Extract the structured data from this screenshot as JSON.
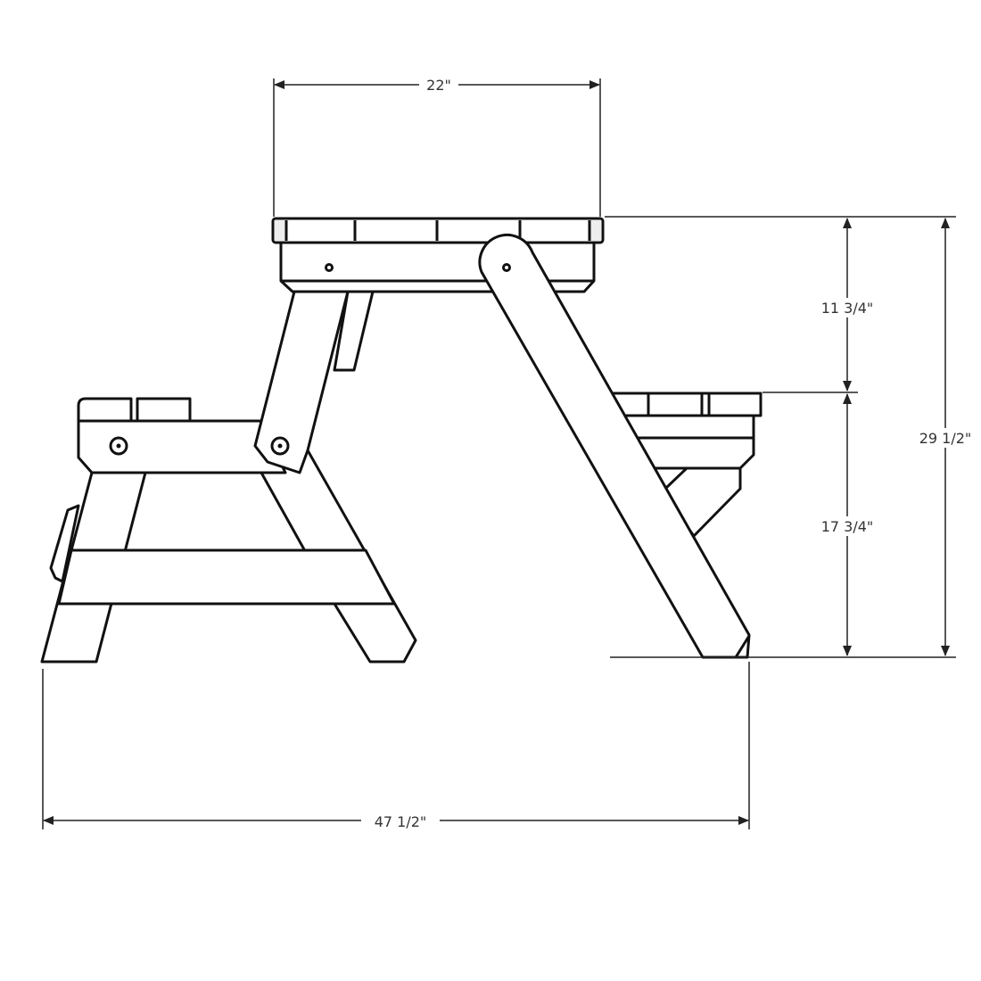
{
  "dimensions": {
    "top_width": "22\"",
    "table_above_seat": "11 3/4\"",
    "seat_height": "17 3/4\"",
    "total_height": "29 1/2\"",
    "total_length": "47 1/2\""
  },
  "colors": {
    "line": "#111111",
    "end_cap": "#eeeeee",
    "background": "#ffffff"
  }
}
